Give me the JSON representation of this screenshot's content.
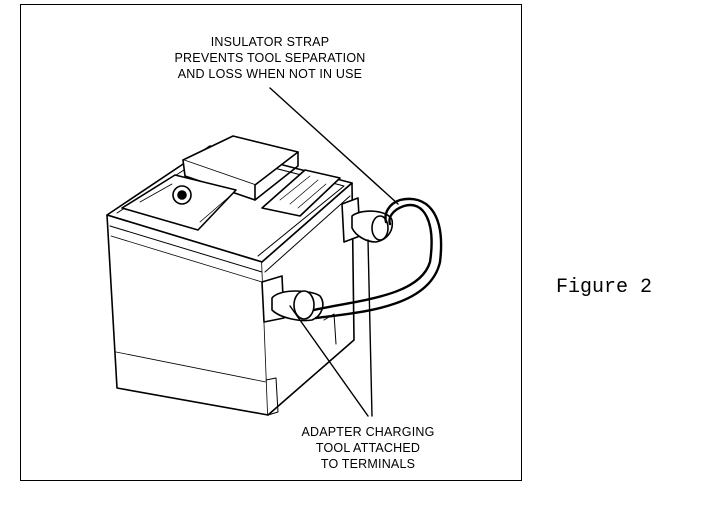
{
  "callouts": {
    "top": [
      "INSULATOR STRAP",
      "PREVENTS TOOL SEPARATION",
      "AND LOSS WHEN NOT IN USE"
    ],
    "bottom": [
      "ADAPTER CHARGING",
      "TOOL ATTACHED",
      "TO TERMINALS"
    ]
  },
  "caption": "Figure 2"
}
